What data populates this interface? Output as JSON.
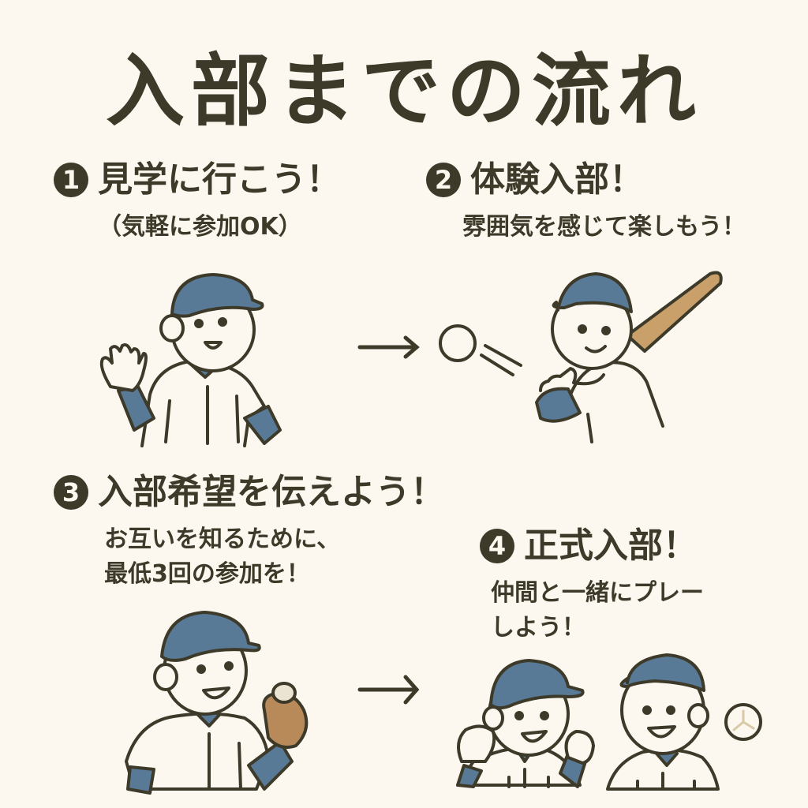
{
  "title": "入部までの流れ",
  "colors": {
    "background": "#fcf8ef",
    "ink": "#3e3a2a",
    "cap_blue": "#587a96",
    "bat_tan": "#c9a06a",
    "glove_brown": "#b88a5a"
  },
  "steps": [
    {
      "number": "1",
      "heading": "見学に行こう！",
      "lines": [
        "（気軽に参加OK）"
      ],
      "illustration": "waving-player"
    },
    {
      "number": "2",
      "heading": "体験入部！",
      "lines": [
        "雰囲気を感じて楽しもう！"
      ],
      "illustration": "batting-player"
    },
    {
      "number": "3",
      "heading": "入部希望を伝えよう！",
      "lines": [
        "お互いを知るために、",
        "最低3回の参加を！"
      ],
      "illustration": "player-holding-ball-in-glove"
    },
    {
      "number": "4",
      "heading": "正式入部！",
      "lines": [
        "仲間と一緒にプレー",
        "しよう！"
      ],
      "illustration": "two-cheering-players"
    }
  ],
  "arrows": [
    "step1-to-step2",
    "step3-to-step4"
  ],
  "arrow_glyph": "→"
}
